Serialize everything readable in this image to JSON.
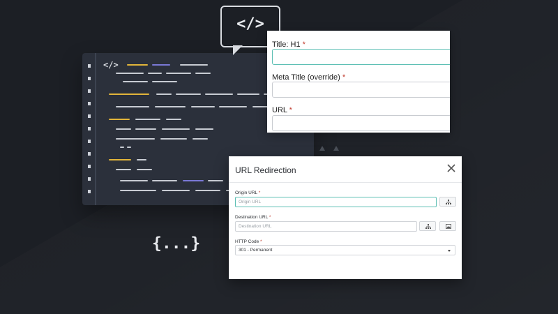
{
  "background": {
    "code_tag": "</>",
    "speech_tag": "</>",
    "braces": "{...}"
  },
  "form": {
    "fields": [
      {
        "label": "Title: H1",
        "required": "*",
        "value": ""
      },
      {
        "label": "Meta Title (override)",
        "required": "*",
        "value": ""
      },
      {
        "label": "URL",
        "required": "*",
        "value": ""
      }
    ]
  },
  "modal": {
    "title": "URL Redirection",
    "origin": {
      "label": "Origin URL",
      "required": "*",
      "placeholder": "Origin URL"
    },
    "destination": {
      "label": "Destination URL",
      "required": "*",
      "placeholder": "Destination URL"
    },
    "http_code": {
      "label": "HTTP Code",
      "required": "*",
      "selected": "301 - Permanent"
    }
  },
  "colors": {
    "accent_teal": "#5dbfb4",
    "required_red": "#c0392b",
    "code_yellow": "#e2b53a",
    "code_purple": "#7a79d6"
  }
}
